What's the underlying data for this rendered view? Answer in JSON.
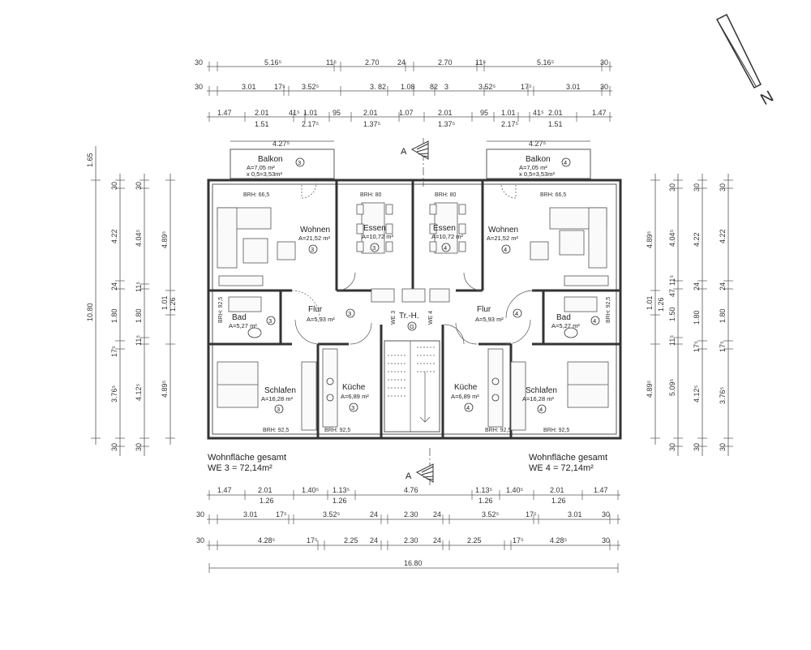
{
  "compass": {
    "label": "N"
  },
  "section_marks": {
    "top": "A",
    "bottom": "A"
  },
  "unit_left": {
    "rooms": [
      {
        "id": "balkon",
        "name": "Balkon",
        "area": "A=7,05 m²",
        "extra": "x 0,5=3,53m²",
        "unit": "3"
      },
      {
        "id": "wohnen",
        "name": "Wohnen",
        "area": "A=21,52 m²",
        "unit": "3",
        "brh": "BRH: 66,5"
      },
      {
        "id": "essen",
        "name": "Essen",
        "area": "A=10,72 m²",
        "unit": "3",
        "brh": "BRH: 80"
      },
      {
        "id": "flur",
        "name": "Flur",
        "area": "A=5,93 m²",
        "unit": "3"
      },
      {
        "id": "bad",
        "name": "Bad",
        "area": "A=5,27 m²",
        "unit": "3",
        "brh": "BRH: 92,5"
      },
      {
        "id": "schlafen",
        "name": "Schlafen",
        "area": "A=16,28 m²",
        "unit": "3",
        "brh": "BRH: 92,5"
      },
      {
        "id": "kueche",
        "name": "Küche",
        "area": "A=6,89 m²",
        "unit": "3",
        "brh": "BRH: 92,5"
      }
    ],
    "total_label": "Wohnfläche gesamt",
    "total_value": "WE 3 = 72,14m²"
  },
  "unit_right": {
    "rooms": [
      {
        "id": "balkon",
        "name": "Balkon",
        "area": "A=7,05 m²",
        "extra": "x 0,5=3,53m²",
        "unit": "4"
      },
      {
        "id": "wohnen",
        "name": "Wohnen",
        "area": "A=21,52 m²",
        "unit": "4",
        "brh": "BRH: 66,5"
      },
      {
        "id": "essen",
        "name": "Essen",
        "area": "A=10,72 m²",
        "unit": "4",
        "brh": "BRH: 80"
      },
      {
        "id": "flur",
        "name": "Flur",
        "area": "A=5,93 m²",
        "unit": "4"
      },
      {
        "id": "bad",
        "name": "Bad",
        "area": "A=5,27 m²",
        "unit": "4",
        "brh": "BRH: 92,5"
      },
      {
        "id": "schlafen",
        "name": "Schlafen",
        "area": "A=16,28 m²",
        "unit": "4",
        "brh": "BRH: 92,5"
      },
      {
        "id": "kueche",
        "name": "Küche",
        "area": "A=6,89 m²",
        "unit": "4",
        "brh": "BRH: 92,5"
      }
    ],
    "total_label": "Wohnfläche gesamt",
    "total_value": "WE 4 = 72,14m²"
  },
  "stair": {
    "label": "Tr.-H.",
    "unit": "G",
    "we3": "WE 3",
    "we4": "WE 4"
  },
  "dims_top": {
    "row1": [
      "30",
      "5.16⁵",
      "11⁵",
      "2.70",
      "24",
      "2.70",
      "11⁵",
      "5.16⁵",
      "30"
    ],
    "row2": [
      "30",
      "3.01",
      "17⁵",
      "3.52⁵",
      "3. 82",
      "1.08",
      "82",
      "3",
      "3.52⁵",
      "17⁵",
      "3.01",
      "30"
    ],
    "row3": [
      "1.47",
      "2.01",
      "41⁵",
      "1.01",
      "95",
      "2.01",
      "1.07",
      "2.01",
      "95",
      "1.01",
      "41⁵",
      "2.01",
      "1.47"
    ],
    "row3b": [
      "1.51",
      "2.17⁵",
      "1.37⁵",
      "1.37⁵",
      "2.17⁵",
      "1.51"
    ],
    "balcony_left": "4.27⁵",
    "balcony_right": "4.27⁵"
  },
  "dims_bottom": {
    "row1": [
      "1.47",
      "2.01",
      "1.40⁵",
      "1.13⁵",
      "4.76",
      "1.13⁵",
      "1.40⁵",
      "2.01",
      "1.47"
    ],
    "row1b": [
      "1.26",
      "1.26",
      "1.26",
      "1.26"
    ],
    "row2": [
      "30",
      "3.01",
      "17⁵",
      "3.52⁵",
      "24",
      "2.30",
      "24",
      "3.52⁵",
      "17⁵",
      "3.01",
      "30"
    ],
    "row3": [
      "30",
      "4.28⁵",
      "17⁵",
      "2.25",
      "24",
      "2.30",
      "24",
      "2.25",
      "17⁵",
      "4.28⁵",
      "30"
    ],
    "total": "16.80"
  },
  "dims_left": {
    "outer": [
      "1.65",
      "10.80"
    ],
    "col2": [
      "30",
      "4.22",
      "24",
      "1.80",
      "17⁵",
      "3.76⁵",
      "30"
    ],
    "col3": [
      "30",
      "4.04⁵",
      "11⁵",
      "1.80",
      "11⁵",
      "4.12⁵",
      "30"
    ],
    "col4": [
      "4.89⁵",
      "1.01",
      "1.26",
      "4.89⁵"
    ]
  },
  "dims_right": {
    "col1": [
      "4.89⁵",
      "1.01",
      "1.26",
      "4.89⁵"
    ],
    "col2": [
      "30",
      "4.04⁵",
      "11⁵",
      "47",
      "1.50",
      "11⁵",
      "5.09⁵",
      "30"
    ],
    "col3": [
      "30",
      "4.22",
      "24",
      "1.80",
      "17⁵",
      "4.12⁵",
      "30"
    ],
    "col4": [
      "30",
      "4.22",
      "24",
      "1.80",
      "17⁵",
      "3.76⁵",
      "30"
    ]
  }
}
